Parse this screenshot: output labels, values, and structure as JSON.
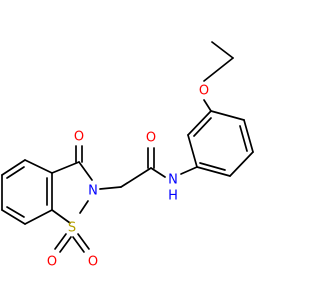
{
  "colors": {
    "background": "#ffffff",
    "bond": "#000000",
    "oxygen": "#ff0000",
    "nitrogen": "#0000ff",
    "sulfur": "#b5a000"
  },
  "molecule": {
    "atom_labels": {
      "o_ether": "O",
      "o_carbonyl_amide": "O",
      "n_amide": "N",
      "h_amide": "H",
      "o_carbonyl_ring": "O",
      "n_ring": "N",
      "s_ring": "S",
      "o_sulfonyl_left": "O",
      "o_sulfonyl_right": "O"
    }
  }
}
